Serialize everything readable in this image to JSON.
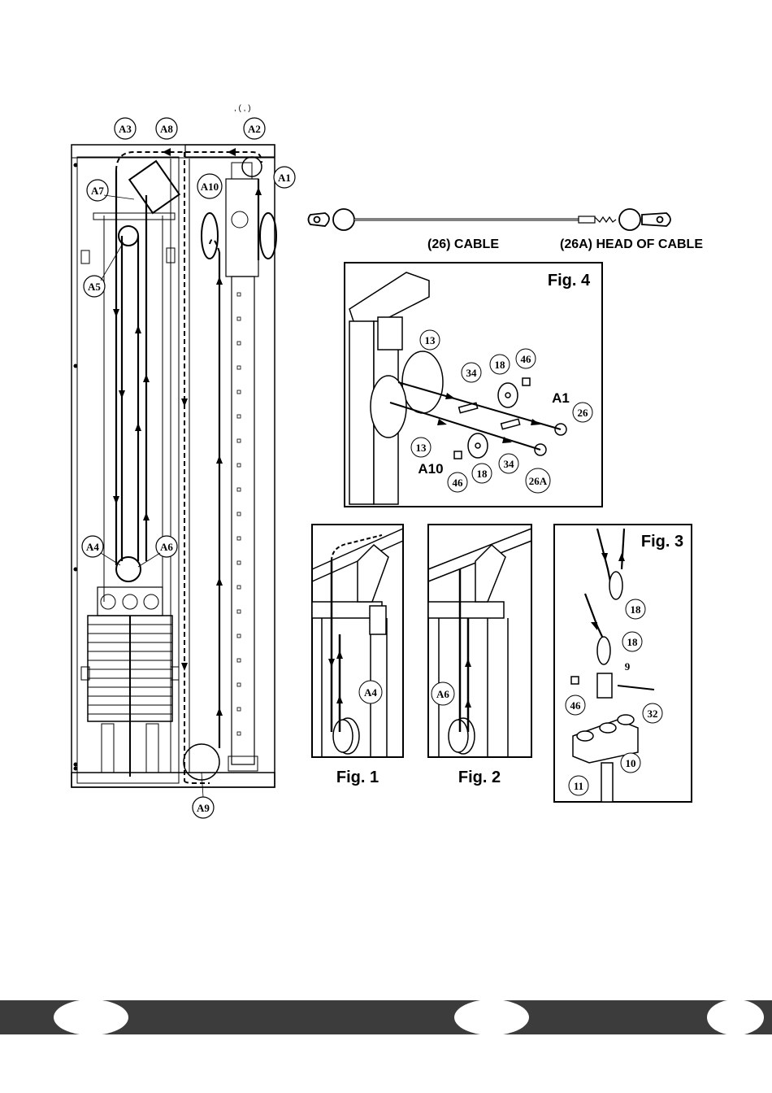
{
  "main_diagram": {
    "pulley_labels": [
      "A1",
      "A2",
      "A3",
      "A4",
      "A5",
      "A6",
      "A7",
      "A8",
      "A9",
      "A10"
    ]
  },
  "cable_legend": {
    "cable_label": "(26) CABLE",
    "head_label": "(26A) HEAD OF CABLE"
  },
  "figures": {
    "fig4": {
      "title": "Fig. 4",
      "callouts": [
        "13",
        "13",
        "34",
        "34",
        "18",
        "18",
        "46",
        "46",
        "26",
        "26A"
      ],
      "pulley_a1": "A1",
      "pulley_a10": "A10"
    },
    "fig1": {
      "title": "Fig. 1",
      "callout": "A4"
    },
    "fig2": {
      "title": "Fig. 2",
      "callout": "A6"
    },
    "fig3": {
      "title": "Fig. 3",
      "callouts": [
        "18",
        "18",
        "9",
        "46",
        "32",
        "10",
        "11"
      ]
    }
  },
  "footer": {
    "bar_color": "#3c3c3c"
  }
}
